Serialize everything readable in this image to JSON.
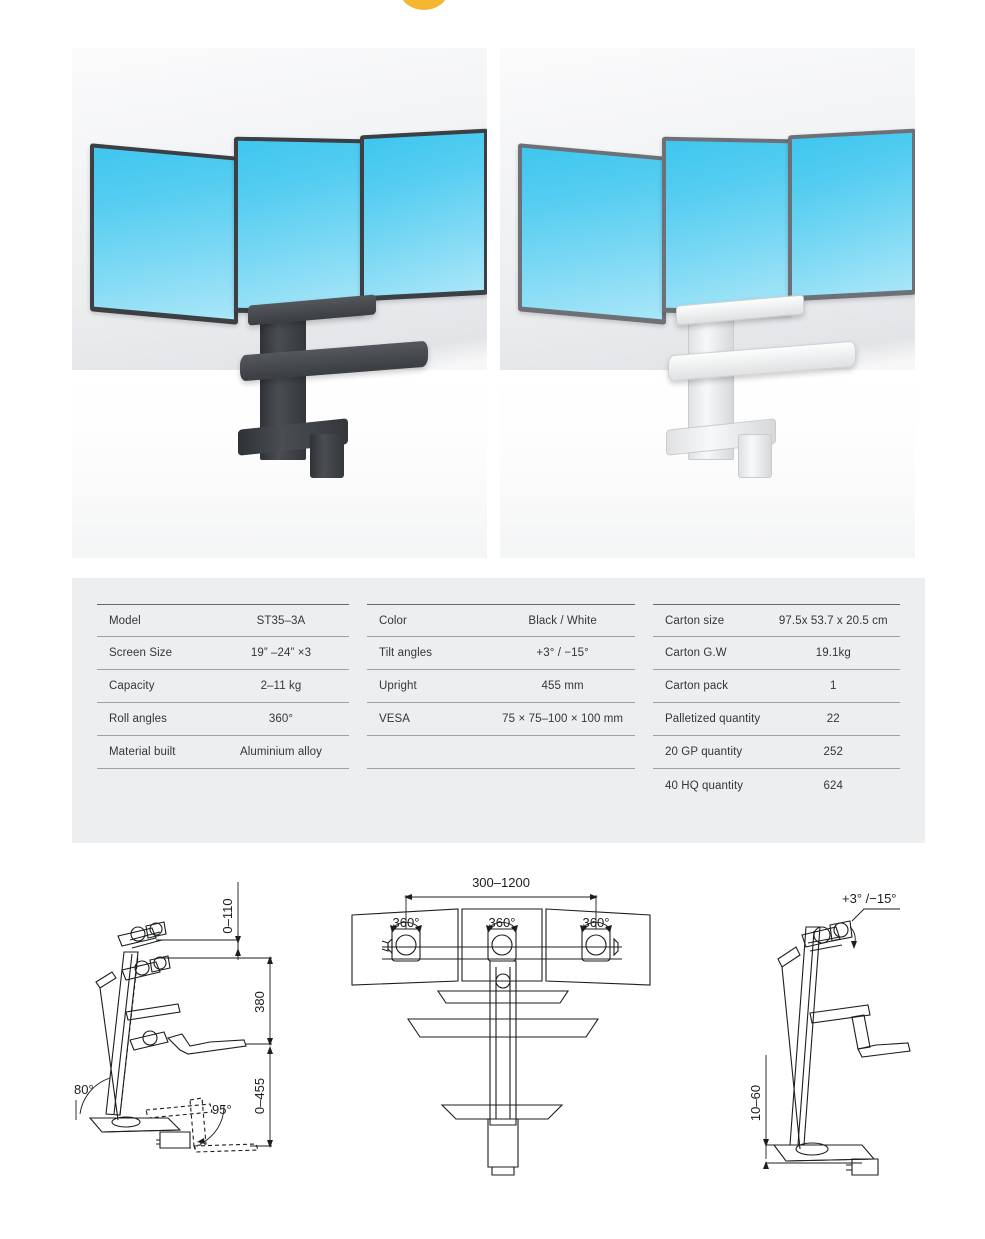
{
  "page": {
    "background": "#ffffff",
    "panel_background": "#edeef0",
    "accent_badge_color": "#f5b731"
  },
  "photos": [
    {
      "name": "product-photo-black",
      "variant": "Black",
      "monitor_count": 3,
      "screen_color": "#56cdf1",
      "frame_color": "#3c3f43"
    },
    {
      "name": "product-photo-white",
      "variant": "White",
      "monitor_count": 3,
      "screen_color": "#56cdf1",
      "frame_color": "#e4e6e8"
    }
  ],
  "spec_table": {
    "columns": [
      {
        "rows": [
          {
            "label": "Model",
            "value": "ST35–3A"
          },
          {
            "label": "Screen Size",
            "value": "19” –24” ×3"
          },
          {
            "label": "Capacity",
            "value": "2–11 kg"
          },
          {
            "label": "Roll angles",
            "value": "360°"
          },
          {
            "label": "Material built",
            "value": "Aluminium alloy"
          }
        ]
      },
      {
        "rows": [
          {
            "label": "Color",
            "value": "Black /  White"
          },
          {
            "label": "Tilt angles",
            "value": "+3°  / −15°"
          },
          {
            "label": "Upright",
            "value": "455 mm"
          },
          {
            "label": "VESA",
            "value": "75 × 75–100 × 100 mm"
          },
          {
            "label": "",
            "value": ""
          }
        ]
      },
      {
        "rows": [
          {
            "label": "Carton size",
            "value": "97.5x 53.7 x 20.5 cm"
          },
          {
            "label": "Carton G.W",
            "value": "19.1kg"
          },
          {
            "label": "Carton pack",
            "value": "1"
          },
          {
            "label": "Palletized quantity",
            "value": "22"
          },
          {
            "label": "20 GP quantity",
            "value": "252"
          },
          {
            "label": "40 HQ quantity",
            "value": "624"
          }
        ]
      }
    ]
  },
  "drawings": {
    "side_view_left": {
      "name": "side-view-travel-diagram",
      "dimensions": {
        "monitor_travel": "0–110",
        "column_height": "380",
        "lift_range": "0–455"
      },
      "angles": {
        "screen_tilt_back": "80°",
        "keyboard_fold": "95°"
      }
    },
    "front_view_center": {
      "name": "front-view-width-diagram",
      "dimensions": {
        "monitor_span": "300–1200"
      },
      "rotation_labels": [
        "360°",
        "360°",
        "360°"
      ]
    },
    "side_view_right": {
      "name": "side-view-tilt-diagram",
      "angles": {
        "monitor_tilt": "+3°  /−15°"
      },
      "dimensions": {
        "desk_clamp_thickness": "10–60"
      }
    }
  }
}
